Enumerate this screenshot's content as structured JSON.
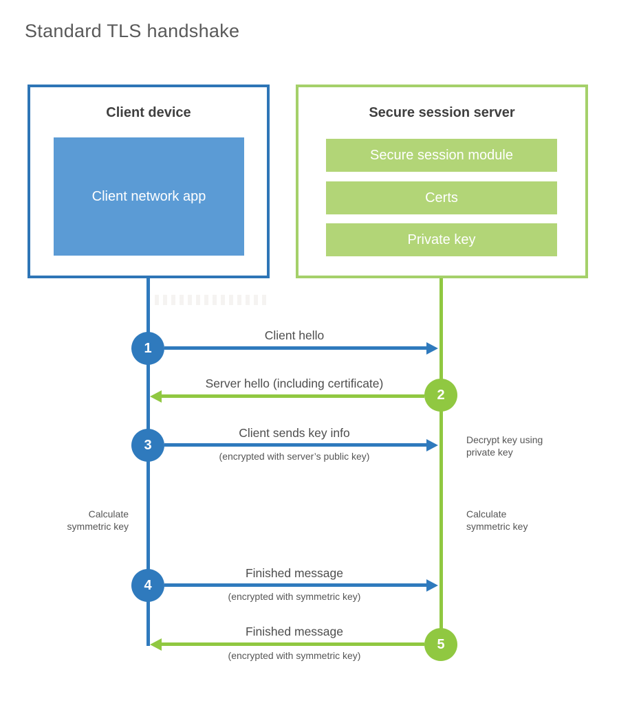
{
  "title": "Standard TLS handshake",
  "colors": {
    "blue_border": "#2e75b6",
    "blue_fill": "#5b9bd5",
    "blue_line": "#2f7abd",
    "green_border": "#a5d06a",
    "green_fill": "#b2d577",
    "green_line": "#90c841",
    "heading_text": "#3f3f3f",
    "label_text": "#4d4d4d",
    "note_text": "#555555",
    "title_text": "#595959"
  },
  "client_box": {
    "heading": "Client device",
    "module": "Client network app"
  },
  "server_box": {
    "heading": "Secure session server",
    "modules": [
      "Secure session module",
      "Certs",
      "Private key"
    ]
  },
  "steps": [
    {
      "number": "1",
      "from": "client",
      "to": "server",
      "label": "Client hello",
      "sublabel": ""
    },
    {
      "number": "2",
      "from": "server",
      "to": "client",
      "label": "Server hello (including certificate)",
      "sublabel": ""
    },
    {
      "number": "3",
      "from": "client",
      "to": "server",
      "label": "Client sends key info",
      "sublabel": "(encrypted with server’s public key)"
    },
    {
      "number": "4",
      "from": "client",
      "to": "server",
      "label": "Finished message",
      "sublabel": "(encrypted with symmetric key)"
    },
    {
      "number": "5",
      "from": "server",
      "to": "client",
      "label": "Finished message",
      "sublabel": "(encrypted with symmetric key)"
    }
  ],
  "side_notes": {
    "decrypt": "Decrypt key using private key",
    "calculate_left": "Calculate symmetric key",
    "calculate_right": "Calculate symmetric key"
  }
}
